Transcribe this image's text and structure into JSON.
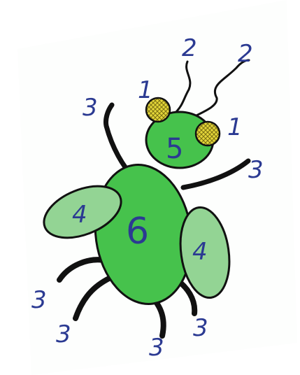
{
  "colors": {
    "page_bg": "#ffffff",
    "paper_bg": "#fdfefd",
    "body_green": "#46c24c",
    "wing_green": "#93d494",
    "eye_yellow": "#e5d73a",
    "outline": "#111111",
    "number_blue": "#2b3a92"
  },
  "labels": {
    "eye_left": "1",
    "eye_right": "1",
    "antenna_left": "2",
    "antenna_right": "2",
    "leg_upper_left": "3",
    "leg_upper_right": "3",
    "leg_mid_left": "3",
    "leg_low_left": "3",
    "leg_bottom": "3",
    "leg_mid_right": "3",
    "wing_left": "4",
    "wing_right": "4",
    "head": "5",
    "body": "6"
  }
}
